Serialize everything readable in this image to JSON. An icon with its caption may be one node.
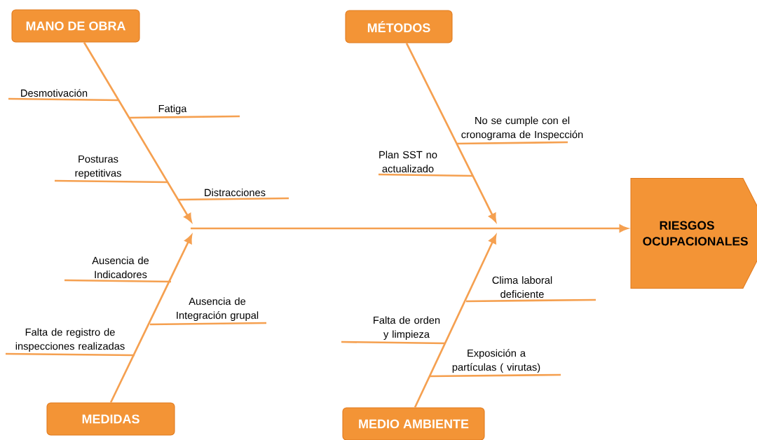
{
  "diagram": {
    "nodes": [
      {
        "text": [
          "MANO DE OBRA"
        ]
      },
      {
        "text": [
          "MÉTODOS"
        ]
      },
      {
        "text": [
          "Desmotivación"
        ]
      },
      {
        "text": [
          "Fatiga"
        ]
      },
      {
        "text": [
          "No se cumple con el cronograma de Inspección"
        ]
      },
      {
        "text": [
          "Plan SST no actualizado"
        ]
      },
      {
        "text": [
          "Posturas repetitivas"
        ]
      },
      {
        "text": [
          "Distracciones"
        ]
      },
      {
        "text": [
          "RIESGOS OCUPACIONALES"
        ]
      },
      {
        "text": [
          "Ausencia de Indicadores"
        ]
      },
      {
        "text": [
          "Clima laboral deficiente"
        ]
      },
      {
        "text": [
          "Ausencia de Integración grupal"
        ]
      },
      {
        "text": [
          "Falta de registro de inspecciones realizadas"
        ]
      },
      {
        "text": [
          "Falta de orden y limpieza"
        ]
      },
      {
        "text": [
          "Exposición a partículas ( virutas)"
        ]
      },
      {
        "text": [
          "MEDIDAS"
        ]
      },
      {
        "text": [
          "MEDIO AMBIENTE"
        ]
      }
    ],
    "edges": [
      {
        "from": 0,
        "to": null,
        "arrow": "to"
      },
      {
        "from": 1,
        "to": null,
        "arrow": "to"
      },
      {
        "from": 15,
        "to": null,
        "arrow": "to"
      },
      {
        "from": 16,
        "to": null,
        "arrow": "to"
      },
      {
        "from": null,
        "to": 8,
        "arrow": "to"
      },
      {
        "from": 2,
        "to": null,
        "arrow": "none"
      },
      {
        "from": 3,
        "to": null,
        "arrow": "none"
      },
      {
        "from": 4,
        "to": null,
        "arrow": "none"
      },
      {
        "from": 5,
        "to": null,
        "arrow": "none"
      },
      {
        "from": 6,
        "to": null,
        "arrow": "none"
      },
      {
        "from": 7,
        "to": null,
        "arrow": "none"
      },
      {
        "from": 9,
        "to": null,
        "arrow": "none"
      },
      {
        "from": 10,
        "to": null,
        "arrow": "none"
      },
      {
        "from": 11,
        "to": null,
        "arrow": "none"
      },
      {
        "from": 12,
        "to": null,
        "arrow": "none"
      },
      {
        "from": 13,
        "to": null,
        "arrow": "none"
      },
      {
        "from": 14,
        "to": null,
        "arrow": "none"
      }
    ]
  }
}
